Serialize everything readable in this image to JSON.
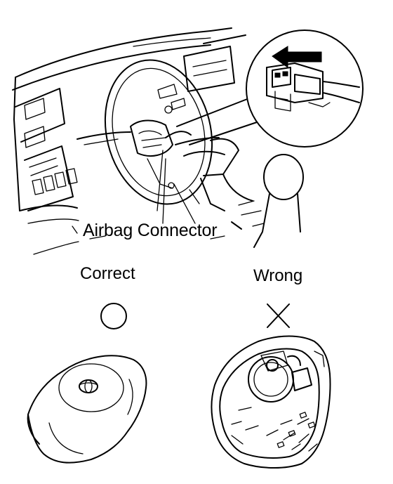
{
  "labels": {
    "connector": "Airbag Connector",
    "correct": "Correct",
    "wrong": "Wrong"
  },
  "symbols": {
    "correct_mark": "circle-icon",
    "wrong_mark": "cross-icon"
  },
  "colors": {
    "line": "#000000",
    "background": "#ffffff"
  }
}
